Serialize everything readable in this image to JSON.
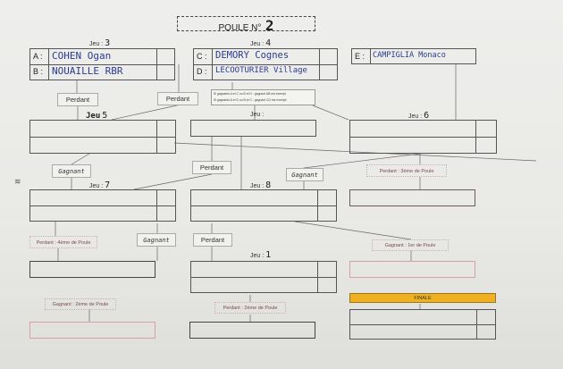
{
  "title": {
    "label": "POULE N°",
    "number": "2"
  },
  "players": {
    "a": {
      "letter": "A :",
      "name": "COHEN Ogan"
    },
    "b": {
      "letter": "B :",
      "name": "NOUAILLE RBR"
    },
    "c": {
      "letter": "C :",
      "name": "DEMORY Cognes"
    },
    "d": {
      "letter": "D :",
      "name": "LECOOTURIER Village"
    },
    "e": {
      "letter": "E :",
      "name": "CAMPIGLIA Monaco"
    }
  },
  "jeux": {
    "j3": {
      "label": "Jeu :",
      "num": "3"
    },
    "j4": {
      "label": "Jeu :",
      "num": "4"
    },
    "j5": {
      "label": "Jeu",
      "num": "5"
    },
    "j6": {
      "label": "Jeu :",
      "num": "6"
    },
    "j7": {
      "label": "Jeu :",
      "num": "7"
    },
    "j8": {
      "label": "Jeu :",
      "num": "8"
    },
    "j1": {
      "label": "Jeu :",
      "num": "1"
    },
    "j_blank": {
      "label": "Jeu :"
    }
  },
  "note": {
    "line1": "Si gagnants A et C ou B et D : gagnant AB est exempt",
    "line2": "Si gagnants A et D ou B et C : gagnant CD est exempt"
  },
  "tags": {
    "perdant": "Perdant",
    "gagnant": "Gagnant"
  },
  "placements": {
    "p3_top": "Perdant : 3ème de Poule",
    "p4_left": "Perdant : 4ème de Poule",
    "g1": "Gagnant : 1er de Poule",
    "g2": "Gagnant : 2ème de Poule",
    "p2": "Perdant : 2ème de Poule"
  },
  "finale": "FINALE",
  "margin_mark": "≋",
  "colors": {
    "finale": "#f0b020",
    "pink": "#d7a0a8",
    "ink": "#2a3b8f"
  }
}
